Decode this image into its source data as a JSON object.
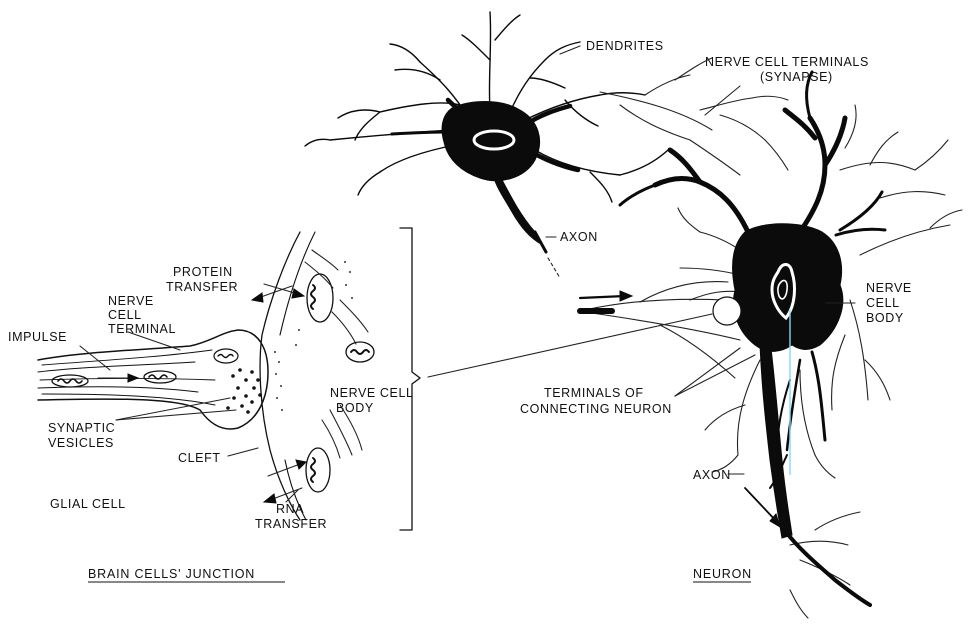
{
  "labels": {
    "dendrites": "DENDRITES",
    "nerve_cell_terminals_line1": "NERVE CELL TERMINALS",
    "nerve_cell_terminals_line2": "(SYNAPSE)",
    "axon_top": "AXON",
    "protein_transfer_line1": "PROTEIN",
    "protein_transfer_line2": "TRANSFER",
    "nerve_cell_terminal_line1": "NERVE",
    "nerve_cell_terminal_line2": "CELL",
    "nerve_cell_terminal_line3": "TERMINAL",
    "impulse": "IMPULSE",
    "nerve_cell_body_left_line1": "NERVE CELL",
    "nerve_cell_body_left_line2": "BODY",
    "synaptic_vesicles_line1": "SYNAPTIC",
    "synaptic_vesicles_line2": "VESICLES",
    "cleft": "CLEFT",
    "glial_cell": "GLIAL CELL",
    "rna_transfer_line1": "RNA",
    "rna_transfer_line2": "TRANSFER",
    "nerve_cell_body_right_line1": "NERVE",
    "nerve_cell_body_right_line2": "CELL",
    "nerve_cell_body_right_line3": "BODY",
    "terminals_connecting_line1": "TERMINALS OF",
    "terminals_connecting_line2": "CONNECTING NEURON",
    "axon_bottom": "AXON"
  },
  "captions": {
    "left": "BRAIN CELLS' JUNCTION",
    "right": "NEURON"
  },
  "colors": {
    "ink": "#111111",
    "background": "#ffffff"
  }
}
